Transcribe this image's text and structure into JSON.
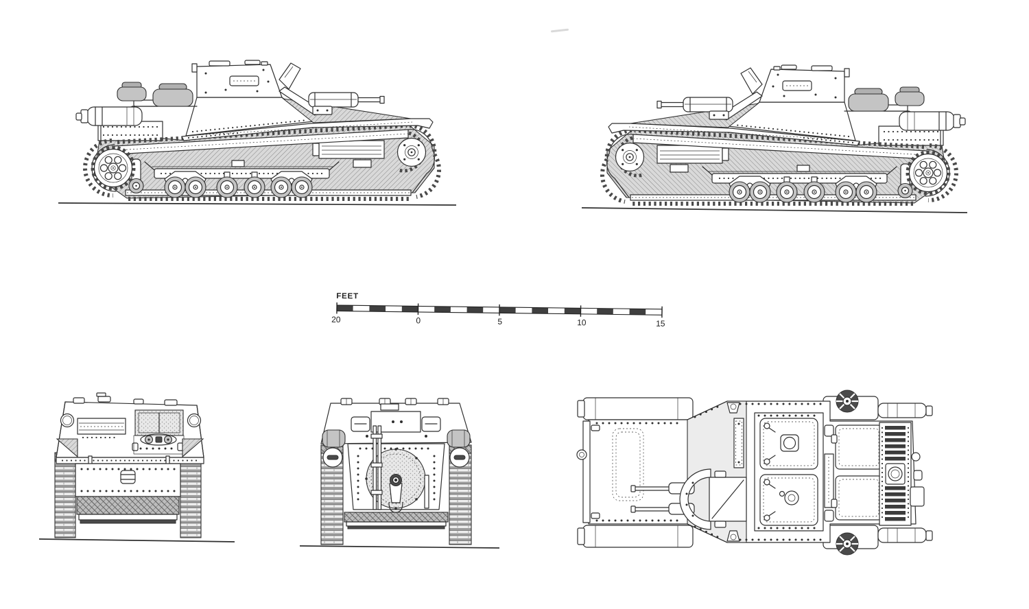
{
  "scale_bar": {
    "label": "FEET",
    "ticks": [
      "0",
      "5",
      "10",
      "15",
      "20"
    ],
    "feet_total": 20,
    "segment_count": 20,
    "segment_dark": "#3f3f3f",
    "segment_light": "#ffffff"
  },
  "colors": {
    "ink": "#2f2f2f",
    "paper": "#ffffff",
    "hatch_bg": "#d9d9d9",
    "hatch_line": "#858585",
    "crosshatch_bg": "#bcbcbc",
    "crosshatch_line": "#5e5e5e",
    "tread_bg": "#ededed",
    "tread_slat": "#9c9c9c",
    "metal_gray": "#c4c4c4",
    "louver_slat": "#3c3c3c"
  }
}
